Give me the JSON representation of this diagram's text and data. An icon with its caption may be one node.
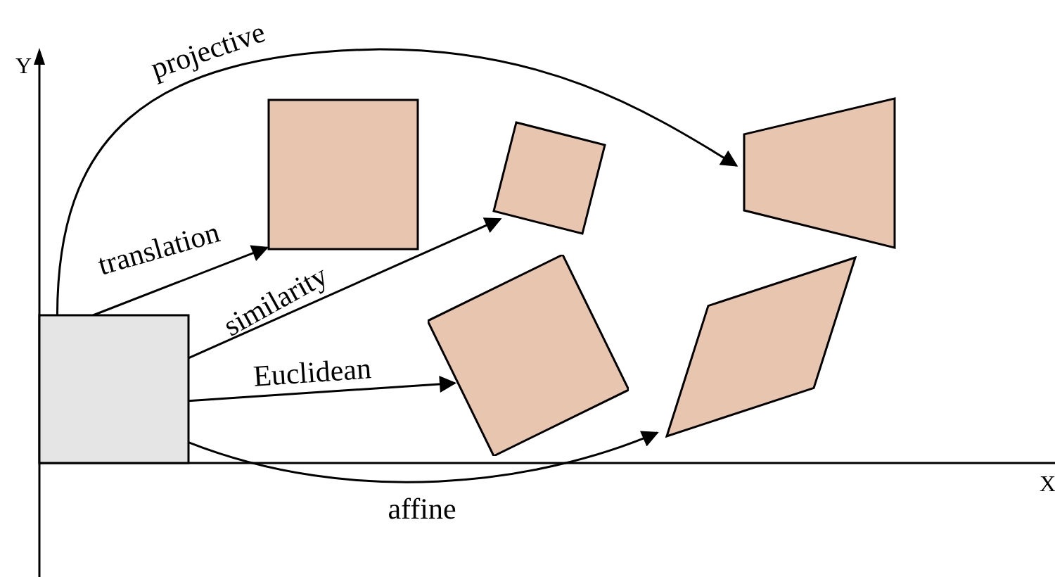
{
  "diagram": {
    "nodes": [
      {
        "text": [],
        "shape": "box"
      },
      {
        "text": [],
        "shape": "box"
      },
      {
        "text": [],
        "shape": "box"
      },
      {
        "text": [],
        "shape": "box"
      },
      {
        "text": [],
        "shape": "parallelogram"
      },
      {
        "text": [],
        "shape": "trapezoid"
      }
    ],
    "edges": [
      {
        "from": 0,
        "to": 1,
        "label": "translation",
        "arrow": "to"
      },
      {
        "from": 0,
        "to": 2,
        "label": "similarity",
        "arrow": "to"
      },
      {
        "from": 0,
        "to": 3,
        "label": "Euclidean",
        "arrow": "to"
      },
      {
        "from": 0,
        "to": 4,
        "label": "affine",
        "arrow": "to"
      },
      {
        "from": 0,
        "to": 5,
        "label": "projective",
        "arrow": "to"
      }
    ],
    "labels": [
      "Y",
      "X"
    ]
  }
}
